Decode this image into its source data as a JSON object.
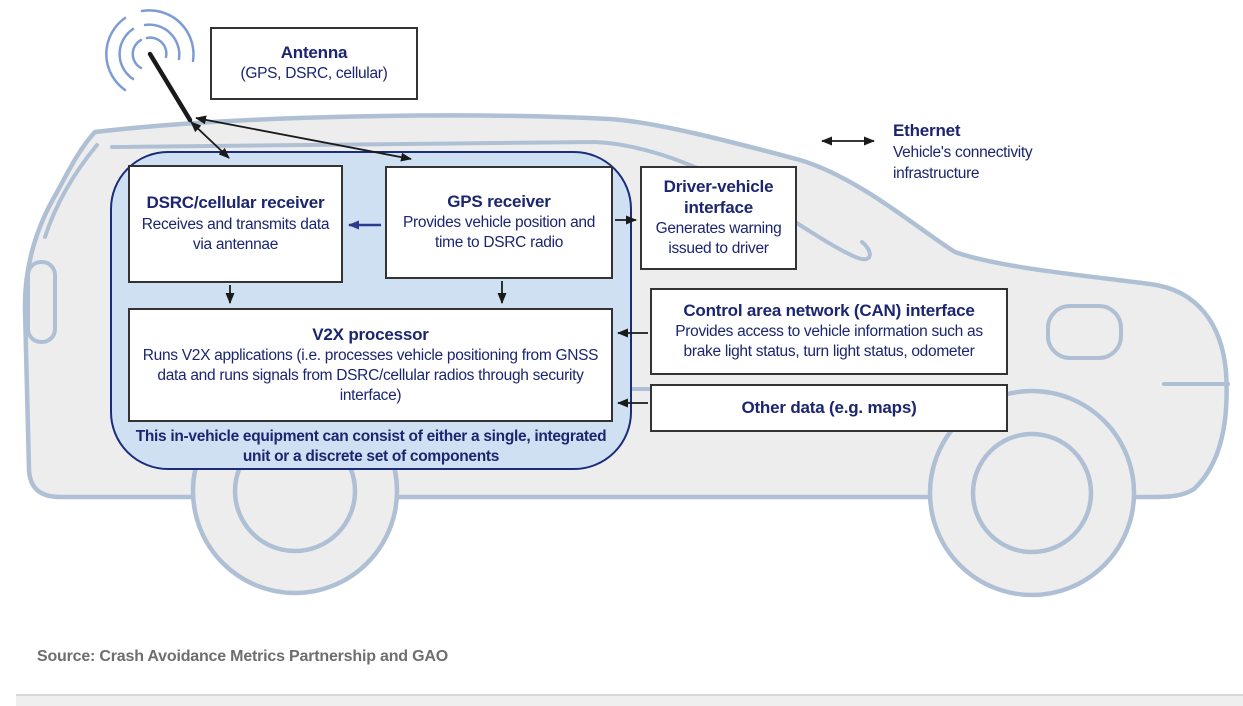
{
  "figure": {
    "boxes": {
      "antenna": {
        "title": "Antenna",
        "subtitle": "(GPS, DSRC, cellular)"
      },
      "dsrc_receiver": {
        "title": "DSRC/cellular receiver",
        "body": "Receives and transmits data via antennae"
      },
      "gps_receiver": {
        "title": "GPS receiver",
        "body": "Provides vehicle position and time to DSRC radio"
      },
      "v2x_processor": {
        "title": "V2X processor",
        "body": "Runs V2X applications (i.e. processes vehicle positioning from GNSS data and runs signals from DSRC/cellular radios through security interface)"
      },
      "driver_vehicle_interface": {
        "title": "Driver-vehicle interface",
        "body": "Generates warning issued to driver"
      },
      "can_interface": {
        "title": "Control area network (CAN) interface",
        "body": "Provides access to vehicle information such as brake light status, turn light status, odometer"
      },
      "other_data": {
        "title": "Other data (e.g. maps)"
      }
    },
    "panel_note": "This in-vehicle equipment can consist of either a single, integrated unit or a discrete set of components",
    "ethernet": {
      "title": "Ethernet",
      "body": "Vehicle's connectivity infrastructure"
    },
    "source_line": "Source: Crash Avoidance Metrics Partnership and GAO",
    "icons": {
      "antenna": "antenna-signal-waves-icon",
      "ethernet_arrow": "double-arrow-icon"
    },
    "colors": {
      "navy_text": "#1B2570",
      "panel_fill": "#CFE0F2",
      "panel_border": "#1B2C7A",
      "car_outline": "#AFC0D5",
      "car_fill": "#EDEDEE",
      "arrow_black": "#1A1A1A",
      "arrow_blue": "#2B3A8C",
      "wave_blue": "#7D9CD2",
      "source_gray": "#6E6E6E"
    }
  }
}
